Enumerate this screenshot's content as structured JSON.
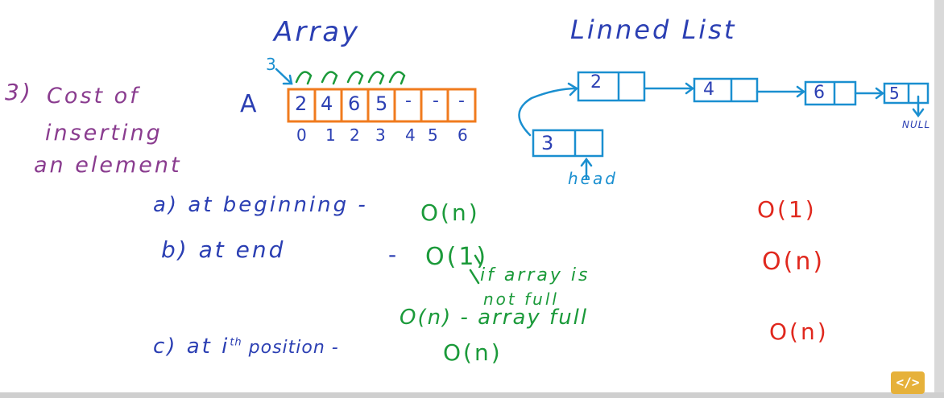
{
  "headings": {
    "array": "Array",
    "linked_list": "Linned List"
  },
  "topic": {
    "number": "3)",
    "line1": "Cost of",
    "line2": "inserting",
    "line3": "an element"
  },
  "array": {
    "name": "A",
    "insert_value": "3",
    "cells": [
      "2",
      "4",
      "6",
      "5",
      "-",
      "-",
      "-"
    ],
    "indices": [
      "0",
      "1",
      "2",
      "3",
      "4",
      "5",
      "6"
    ]
  },
  "linked_list": {
    "nodes": [
      "2",
      "4",
      "6",
      "5"
    ],
    "new_node": "3",
    "head_label": "head",
    "null_label": "NULL"
  },
  "cases": {
    "a": {
      "label": "a) at beginning -",
      "array_cost": "O(n)",
      "list_cost": "O(1)"
    },
    "b": {
      "label": "b) at end",
      "dash": "-",
      "array_cost": "O(1)",
      "note1": "if array is",
      "note2": "not full",
      "alt_cost": "O(n) - array full",
      "list_cost": "O(n)"
    },
    "c": {
      "label": "c) at i",
      "sup": "th",
      "label_rest": " position -",
      "array_cost": "O(n)",
      "list_cost": "O(n)"
    }
  },
  "colors": {
    "blue": "#2b3fb3",
    "purple": "#8a3c8f",
    "green": "#1b9a3a",
    "red": "#e0281e",
    "orange": "#f07b1e",
    "cyan": "#1a8fd0"
  },
  "icons": {
    "logo": "code-brackets-icon"
  }
}
